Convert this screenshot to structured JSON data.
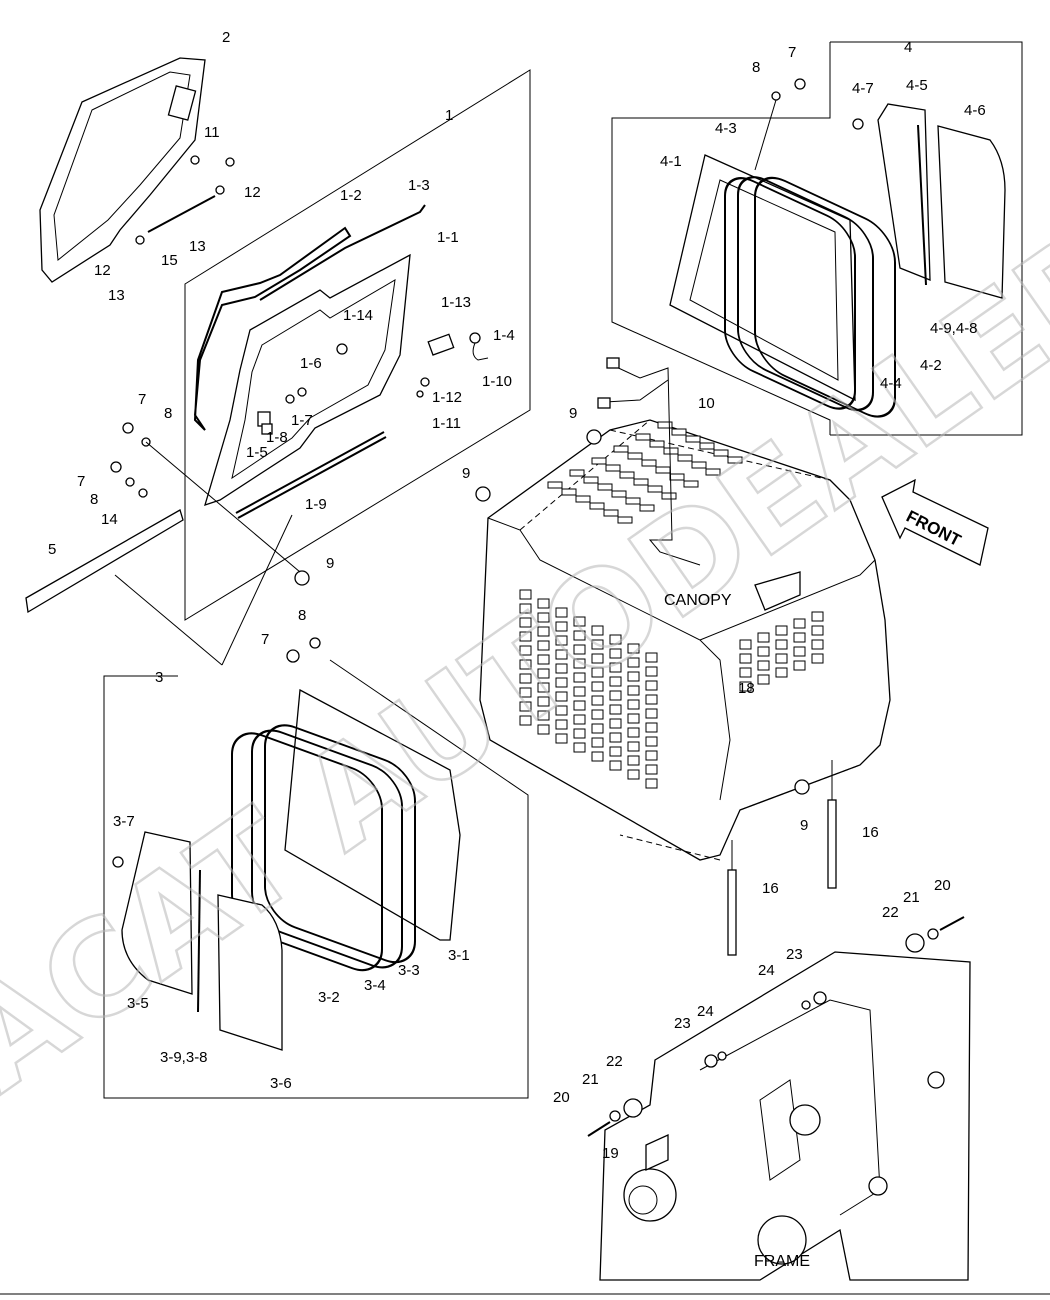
{
  "watermark": "ACAT AUTODEALER.RU",
  "labels": {
    "l1": "1",
    "l1_1": "1-1",
    "l1_2": "1-2",
    "l1_3": "1-3",
    "l1_4": "1-4",
    "l1_5": "1-5",
    "l1_6": "1-6",
    "l1_7": "1-7",
    "l1_8": "1-8",
    "l1_9": "1-9",
    "l1_10": "1-10",
    "l1_11": "1-11",
    "l1_12": "1-12",
    "l1_13": "1-13",
    "l1_14": "1-14",
    "l2": "2",
    "l3": "3",
    "l3_1": "3-1",
    "l3_2": "3-2",
    "l3_3": "3-3",
    "l3_4": "3-4",
    "l3_5": "3-5",
    "l3_6": "3-6",
    "l3_7": "3-7",
    "l3_98": "3-9,3-8",
    "l4": "4",
    "l4_1": "4-1",
    "l4_2": "4-2",
    "l4_3": "4-3",
    "l4_4": "4-4",
    "l4_5": "4-5",
    "l4_6": "4-6",
    "l4_7": "4-7",
    "l4_98": "4-9,4-8",
    "l5": "5",
    "l7a": "7",
    "l7b": "7",
    "l7c": "7",
    "l7d": "7",
    "l8a": "8",
    "l8b": "8",
    "l8c": "8",
    "l8d": "8",
    "l9a": "9",
    "l9b": "9",
    "l9c": "9",
    "l9d": "9",
    "l10": "10",
    "l11": "11",
    "l12a": "12",
    "l12b": "12",
    "l13a": "13",
    "l13b": "13",
    "l14": "14",
    "l15": "15",
    "l16a": "16",
    "l16b": "16",
    "l18": "18",
    "l19": "19",
    "l20a": "20",
    "l20b": "20",
    "l21a": "21",
    "l21b": "21",
    "l22a": "22",
    "l22b": "22",
    "l23a": "23",
    "l23b": "23",
    "l24a": "24",
    "l24b": "24",
    "canopy": "CANOPY",
    "frame": "FRAME",
    "front": "FRONT"
  }
}
